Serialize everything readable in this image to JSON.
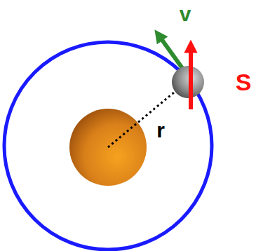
{
  "diagram": {
    "labels": [
      "v",
      "S",
      "r"
    ]
  }
}
